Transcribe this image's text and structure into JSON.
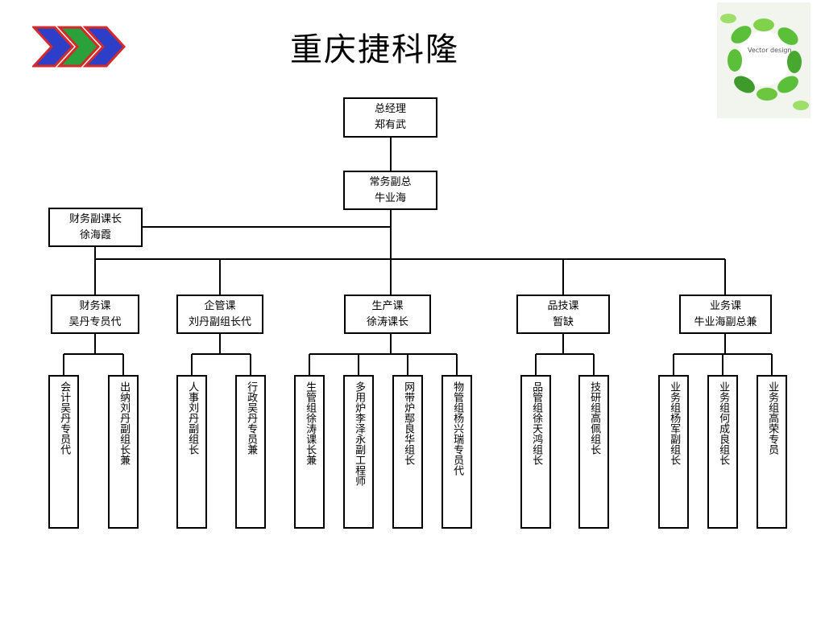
{
  "page_title": "重庆捷科隆",
  "logo_text": "Vector design",
  "colors": {
    "chevron_red": "#d42a2a",
    "chevron_blue": "#2d3fc8",
    "chevron_green": "#2aa13a"
  },
  "org": {
    "gm": {
      "role": "总经理",
      "name": "郑有武"
    },
    "deputy": {
      "role": "常务副总",
      "name": "牛业海"
    },
    "finance_deputy": {
      "role": "财务副课长",
      "name": "徐海霞"
    },
    "departments": [
      {
        "role": "财务课",
        "name": "吴丹专员代"
      },
      {
        "role": "企管课",
        "name": "刘丹副组长代"
      },
      {
        "role": "生产课",
        "name": "徐涛课长"
      },
      {
        "role": "品技课",
        "name": "暂缺"
      },
      {
        "role": "业务课",
        "name": "牛业海副总兼"
      }
    ],
    "units": [
      "会计吴丹专员代",
      "出纳刘丹副组长兼",
      "人事刘丹副组长",
      "行政吴丹专员兼",
      "生管组徐涛课长兼",
      "多用炉李泽永副工程师",
      "网带炉鄢良华组长",
      "物管组杨兴瑞专员代",
      "品管组徐天鸿组长",
      "技研组高佩组长",
      "业务组杨军副组长",
      "业务组何成良组长",
      "业务组高荣专员"
    ]
  }
}
